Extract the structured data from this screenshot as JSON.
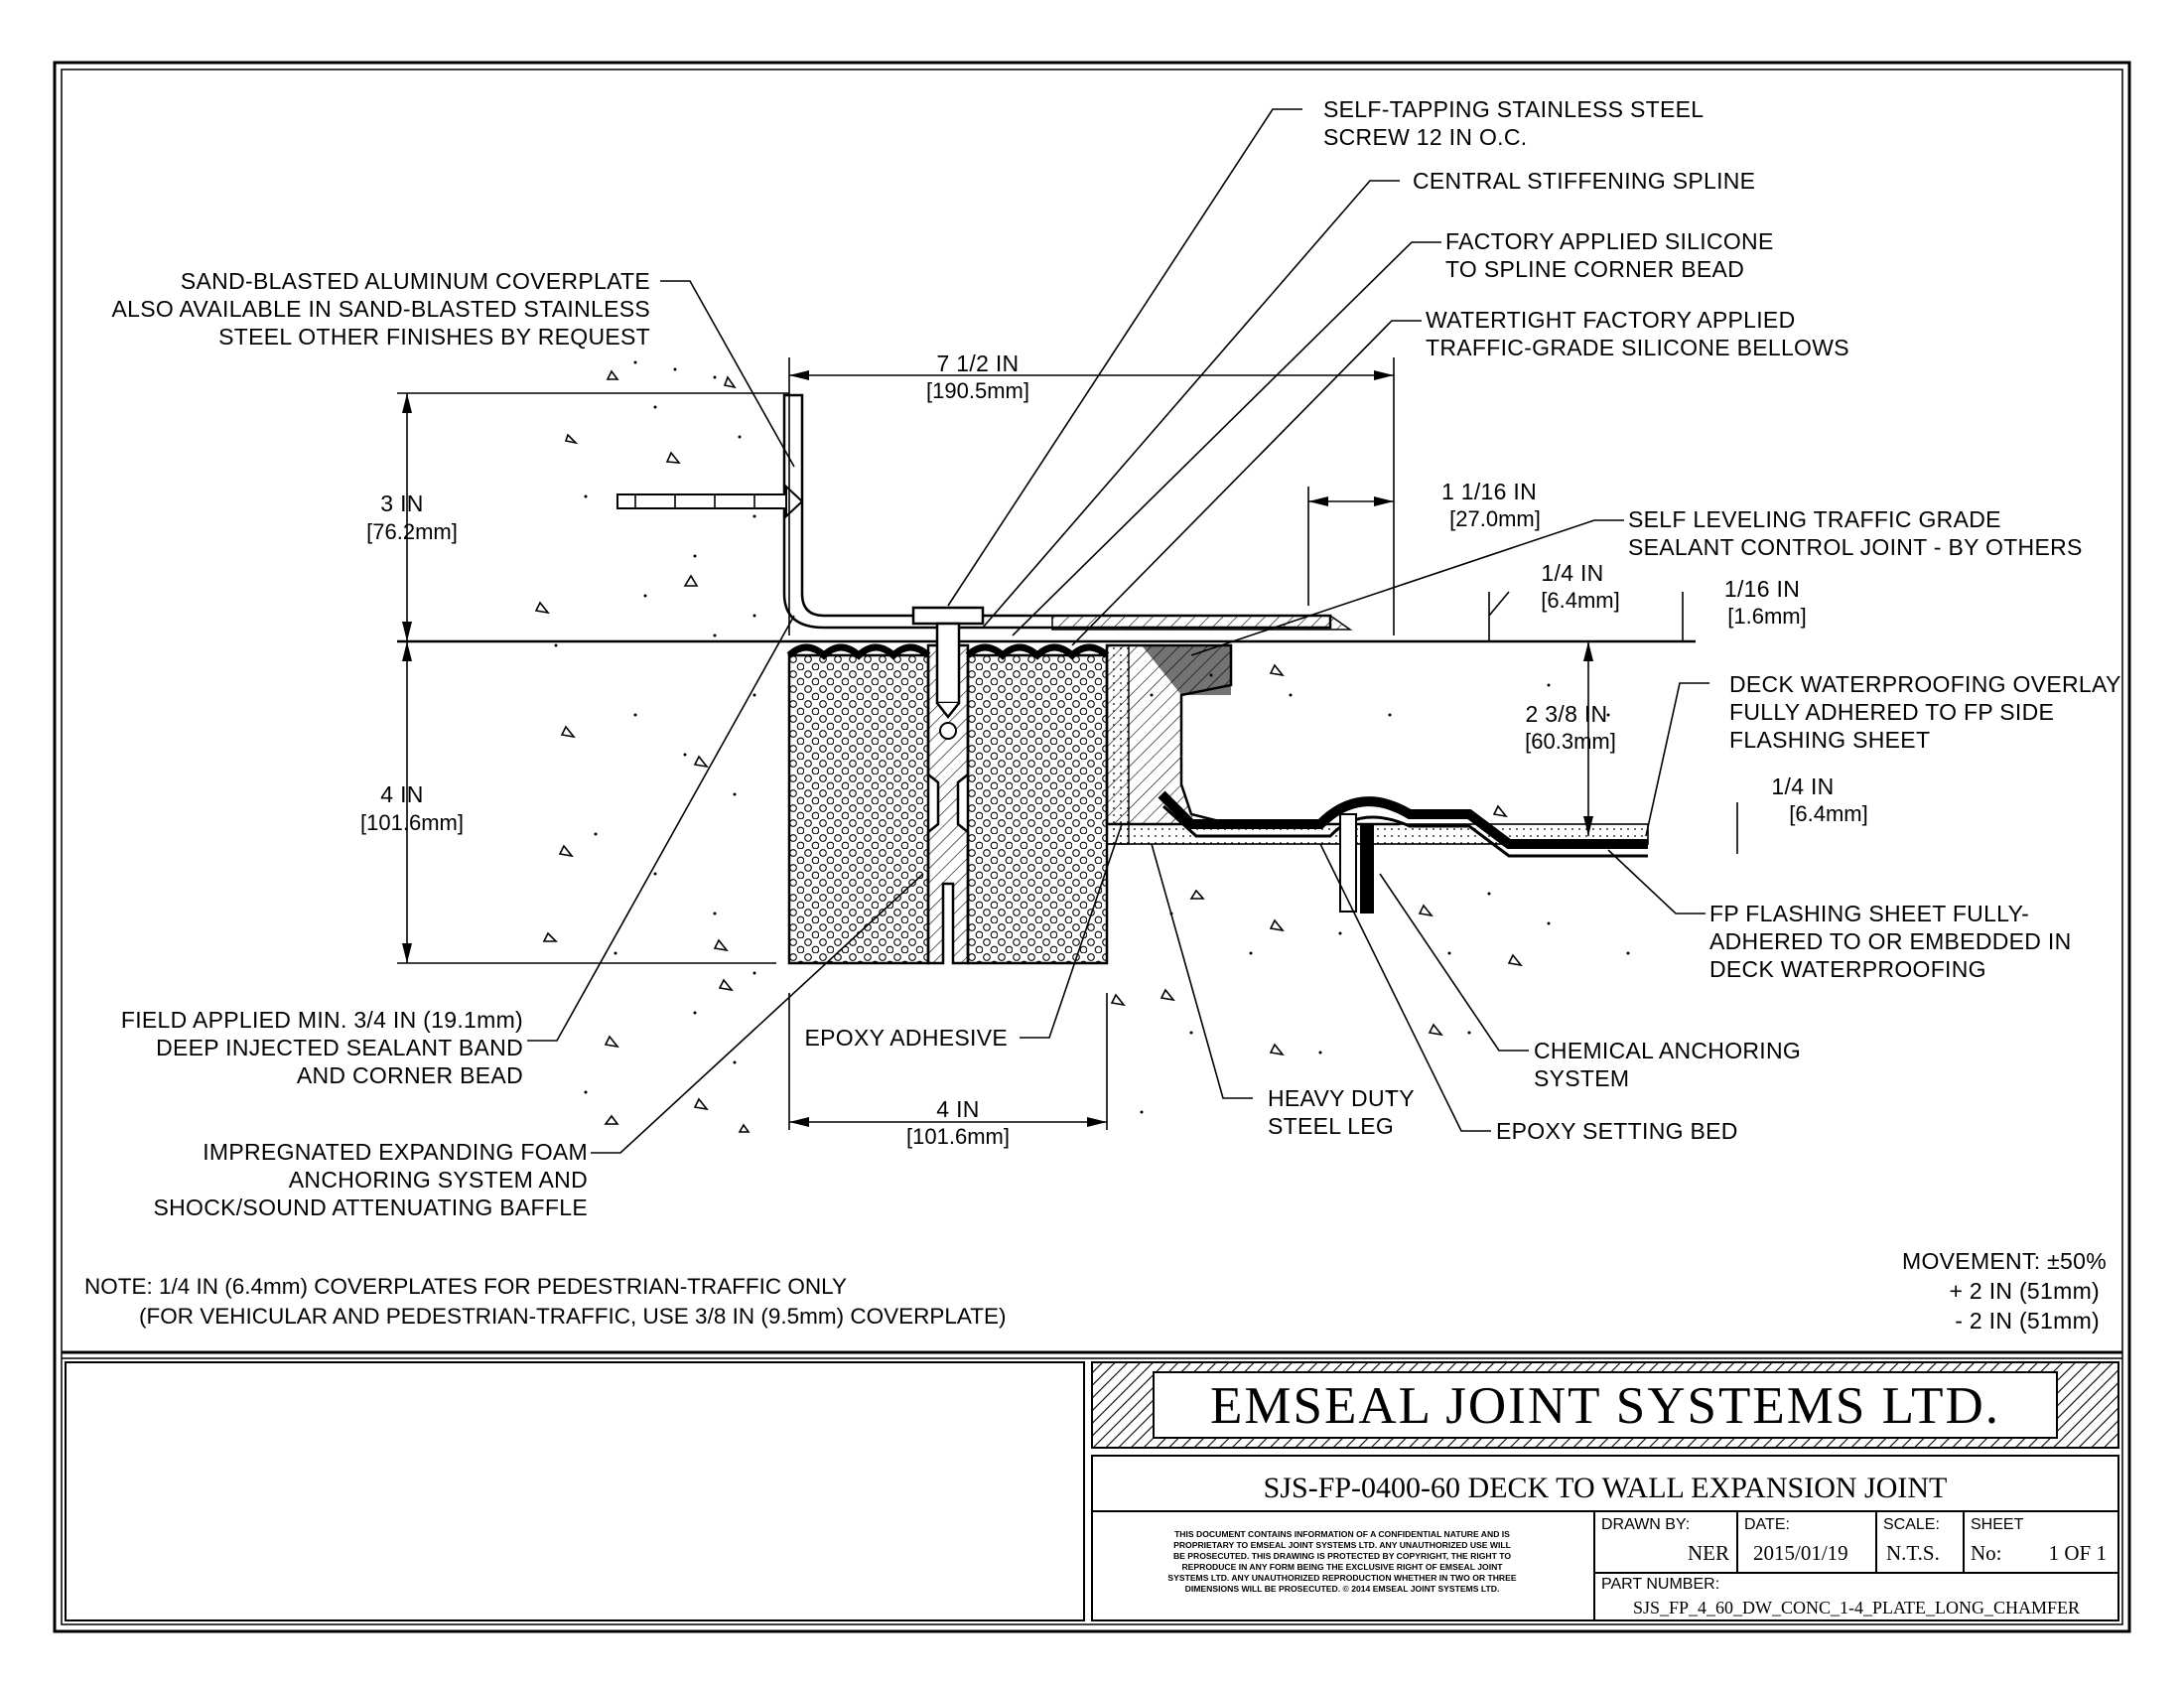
{
  "labels": {
    "screw": [
      "SELF-TAPPING STAINLESS STEEL",
      "SCREW 12 IN O.C."
    ],
    "spline": [
      "CENTRAL STIFFENING SPLINE"
    ],
    "factory_silicone": [
      "FACTORY APPLIED SILICONE",
      "TO SPLINE CORNER BEAD"
    ],
    "bellows": [
      "WATERTIGHT FACTORY APPLIED",
      "TRAFFIC-GRADE SILICONE BELLOWS"
    ],
    "coverplate": [
      "SAND-BLASTED ALUMINUM COVERPLATE",
      "ALSO AVAILABLE IN SAND-BLASTED STAINLESS",
      "STEEL OTHER FINISHES BY REQUEST"
    ],
    "sealant_control": [
      "SELF LEVELING TRAFFIC GRADE",
      "SEALANT CONTROL JOINT - BY OTHERS"
    ],
    "deck_overlay": [
      "DECK WATERPROOFING OVERLAY",
      "FULLY ADHERED TO FP SIDE",
      "FLASHING SHEET"
    ],
    "fp_flashing": [
      "FP FLASHING SHEET FULLY-",
      "ADHERED TO OR EMBEDDED IN",
      "DECK WATERPROOFING"
    ],
    "field_sealant": [
      "FIELD APPLIED MIN. 3/4 IN (19.1mm)",
      "DEEP INJECTED SEALANT BAND",
      "AND CORNER BEAD"
    ],
    "foam": [
      "IMPREGNATED EXPANDING FOAM",
      "ANCHORING SYSTEM AND",
      "SHOCK/SOUND ATTENUATING BAFFLE"
    ],
    "epoxy_adhesive": "EPOXY ADHESIVE",
    "steel_leg": [
      "HEAVY DUTY",
      "STEEL LEG"
    ],
    "epoxy_bed": "EPOXY SETTING BED",
    "chem_anchor": [
      "CHEMICAL ANCHORING",
      "SYSTEM"
    ]
  },
  "dimensions": {
    "width_top": [
      "7 1/2 IN",
      "[190.5mm]"
    ],
    "height_3": [
      "3 IN",
      "[76.2mm]"
    ],
    "height_4": [
      "4 IN",
      "[101.6mm]"
    ],
    "width_bottom": [
      "4 IN",
      "[101.6mm]"
    ],
    "offset_1_1_16": [
      "1 1/16 IN",
      "[27.0mm]"
    ],
    "quarter_top": [
      "1/4 IN",
      "[6.4mm]"
    ],
    "sixteenth": [
      "1/16 IN",
      "[1.6mm]"
    ],
    "depth_2_3_8": [
      "2 3/8 IN",
      "[60.3mm]"
    ],
    "quarter_right": [
      "1/4 IN",
      "[6.4mm]"
    ]
  },
  "note": [
    "NOTE: 1/4 IN (6.4mm) COVERPLATES FOR PEDESTRIAN-TRAFFIC ONLY",
    "(FOR VEHICULAR AND PEDESTRIAN-TRAFFIC, USE 3/8 IN (9.5mm) COVERPLATE)"
  ],
  "movement": [
    "MOVEMENT: ±50%",
    "+ 2 IN (51mm)",
    "- 2 IN (51mm)"
  ],
  "title_block": {
    "company": "EMSEAL JOINT SYSTEMS LTD.",
    "drawing_title": "SJS-FP-0400-60 DECK TO WALL EXPANSION JOINT",
    "confidential": [
      "THIS DOCUMENT CONTAINS INFORMATION OF A CONFIDENTIAL NATURE AND IS",
      "PROPRIETARY TO EMSEAL JOINT SYSTEMS LTD. ANY UNAUTHORIZED USE WILL",
      "BE PROSECUTED. THIS DRAWING IS PROTECTED BY COPYRIGHT, THE RIGHT TO",
      "REPRODUCE IN ANY FORM BEING THE EXCLUSIVE RIGHT OF EMSEAL JOINT",
      "SYSTEMS LTD. ANY UNAUTHORIZED REPRODUCTION WHETHER IN TWO OR THREE",
      "DIMENSIONS WILL BE PROSECUTED. © 2014 EMSEAL JOINT SYSTEMS LTD."
    ],
    "drawn_by_label": "DRAWN BY:",
    "drawn_by": "NER",
    "date_label": "DATE:",
    "date": "2015/01/19",
    "scale_label": "SCALE:",
    "scale": "N.T.S.",
    "sheet_label": "SHEET",
    "sheet_no_label": "No:",
    "sheet": "1 OF 1",
    "part_number_label": "PART NUMBER:",
    "part_number": "SJS_FP_4_60_DW_CONC_1-4_PLATE_LONG_CHAMFER"
  }
}
